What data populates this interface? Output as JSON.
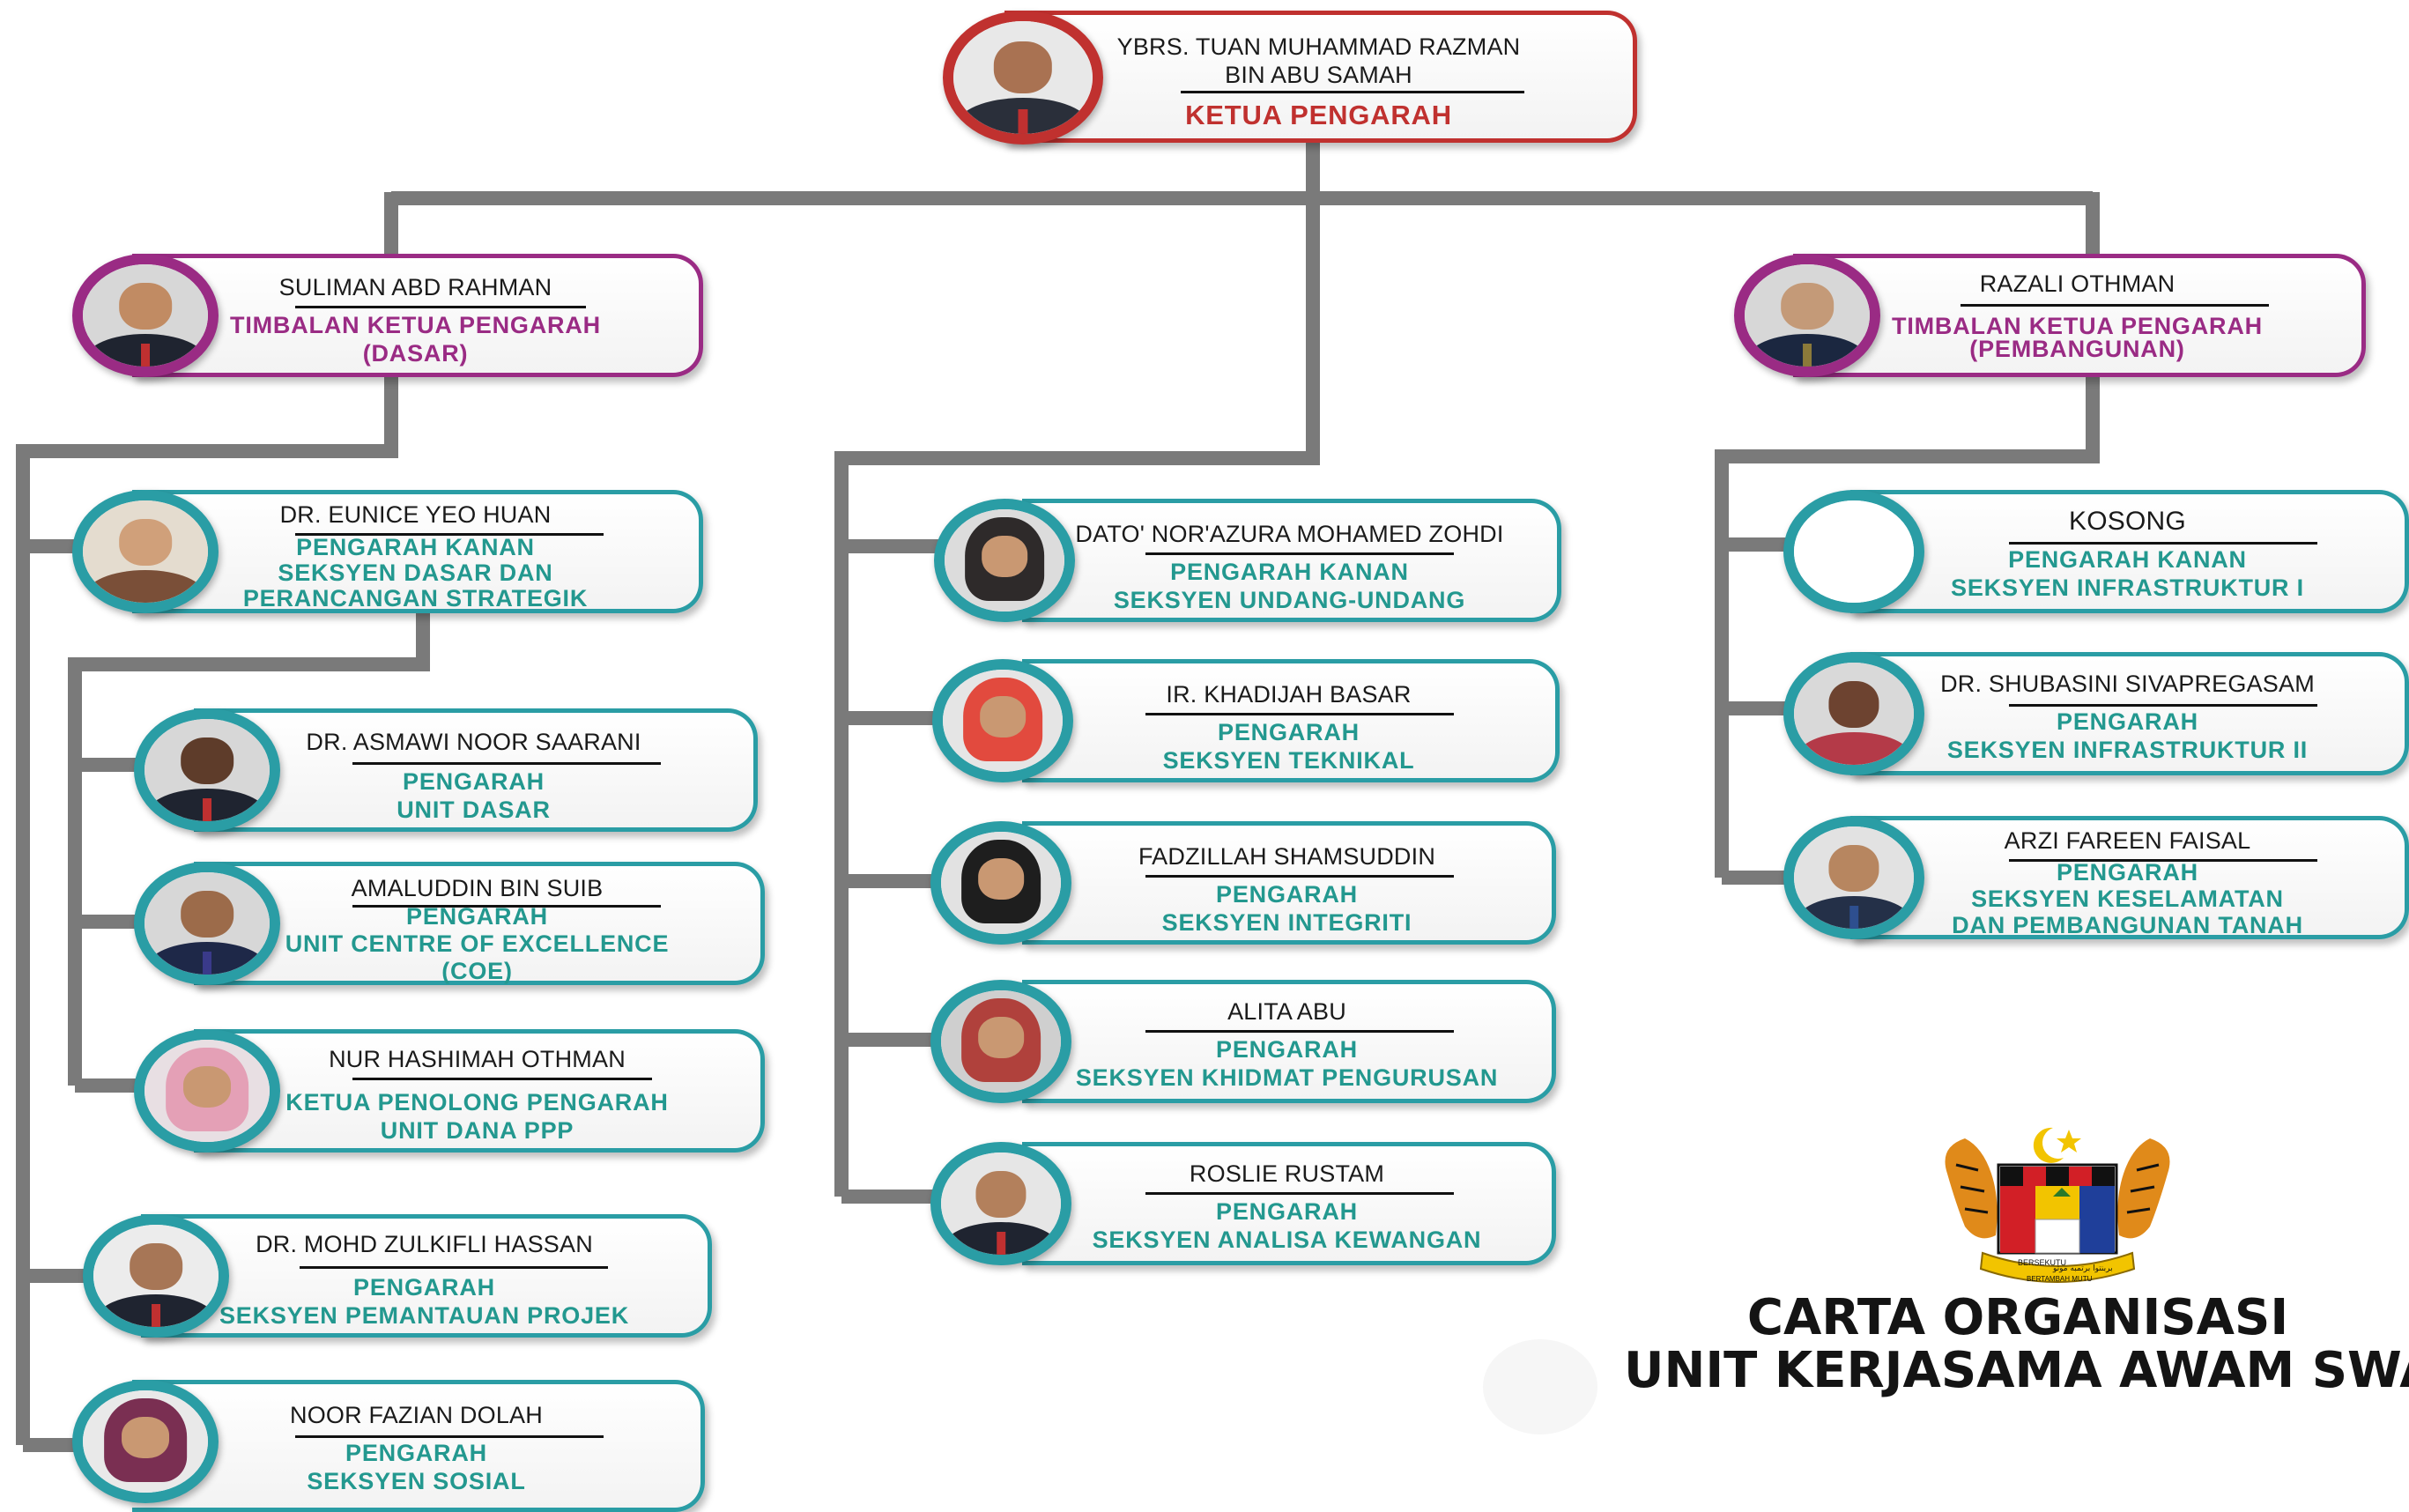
{
  "colors": {
    "teal": "#2a9da5",
    "red": "#c0312f",
    "purple": "#9a2b84",
    "connector": "#7a7a7a"
  },
  "director_general": {
    "name": "YBRS. TUAN MUHAMMAD RAZMAN\nBIN ABU SAMAH",
    "role": "KETUA PENGARAH"
  },
  "deputy_policy": {
    "name": "SULIMAN ABD RAHMAN",
    "role": "TIMBALAN KETUA PENGARAH\n(DASAR)"
  },
  "deputy_development": {
    "name": "RAZALI OTHMAN",
    "role": "TIMBALAN KETUA PENGARAH\n(PEMBANGUNAN)"
  },
  "left_branch": [
    {
      "name": "DR. EUNICE YEO HUAN",
      "role": "PENGARAH KANAN\nSEKSYEN DASAR DAN\nPERANCANGAN STRATEGIK"
    },
    {
      "name": "DR. ASMAWI NOOR SAARANI",
      "role": "PENGARAH\nUNIT DASAR"
    },
    {
      "name": "AMALUDDIN BIN SUIB",
      "role": "PENGARAH\nUNIT CENTRE OF EXCELLENCE\n(COE)"
    },
    {
      "name": "NUR HASHIMAH OTHMAN",
      "role": "KETUA PENOLONG PENGARAH\nUNIT DANA PPP"
    },
    {
      "name": "DR. MOHD ZULKIFLI HASSAN",
      "role": "PENGARAH\nSEKSYEN PEMANTAUAN PROJEK"
    },
    {
      "name": "NOOR FAZIAN DOLAH",
      "role": "PENGARAH\nSEKSYEN SOSIAL"
    }
  ],
  "middle_branch": [
    {
      "name": "DATO' NOR'AZURA MOHAMED ZOHDI",
      "role": "PENGARAH KANAN\nSEKSYEN UNDANG-UNDANG"
    },
    {
      "name": "IR. KHADIJAH BASAR",
      "role": "PENGARAH\nSEKSYEN TEKNIKAL"
    },
    {
      "name": "FADZILLAH SHAMSUDDIN",
      "role": "PENGARAH\nSEKSYEN INTEGRITI"
    },
    {
      "name": "ALITA ABU",
      "role": "PENGARAH\nSEKSYEN KHIDMAT PENGURUSAN"
    },
    {
      "name": "ROSLIE RUSTAM",
      "role": "PENGARAH\nSEKSYEN ANALISA KEWANGAN"
    }
  ],
  "right_branch": [
    {
      "name": "KOSONG",
      "role": "PENGARAH KANAN\nSEKSYEN INFRASTRUKTUR I"
    },
    {
      "name": "DR. SHUBASINI SIVAPREGASAM",
      "role": "PENGARAH\nSEKSYEN INFRASTRUKTUR II"
    },
    {
      "name": "ARZI FAREEN FAISAL",
      "role": "PENGARAH\nSEKSYEN KESELAMATAN\nDAN PEMBANGUNAN TANAH"
    }
  ],
  "chart_title": {
    "line1": "CARTA ORGANISASI",
    "line2": "UNIT KERJASAMA AWAM SWAS"
  },
  "coat_of_arms_text": {
    "scroll_left": "BERSEKUTU",
    "scroll_motto": "BERTAMBAH MUTU",
    "scroll_jawi": "بربنتوا برتمبه موتو"
  }
}
